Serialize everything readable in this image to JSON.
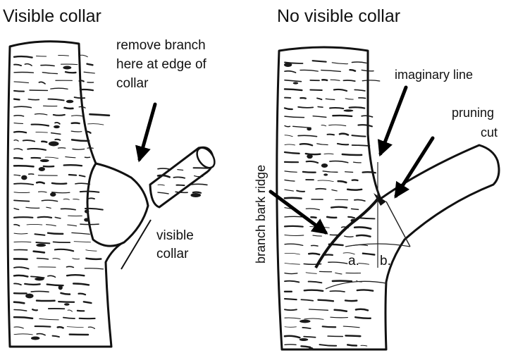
{
  "left_panel": {
    "title": "Visible collar",
    "remove_note": [
      "remove branch",
      "here at edge of",
      "collar"
    ],
    "collar_note": [
      "visible",
      "collar"
    ]
  },
  "right_panel": {
    "title": "No visible collar",
    "imaginary_line": "imaginary line",
    "pruning_cut": [
      "pruning",
      "cut"
    ],
    "ridge_label": "branch bark ridge",
    "angle_a": "a.",
    "angle_b": "b."
  }
}
